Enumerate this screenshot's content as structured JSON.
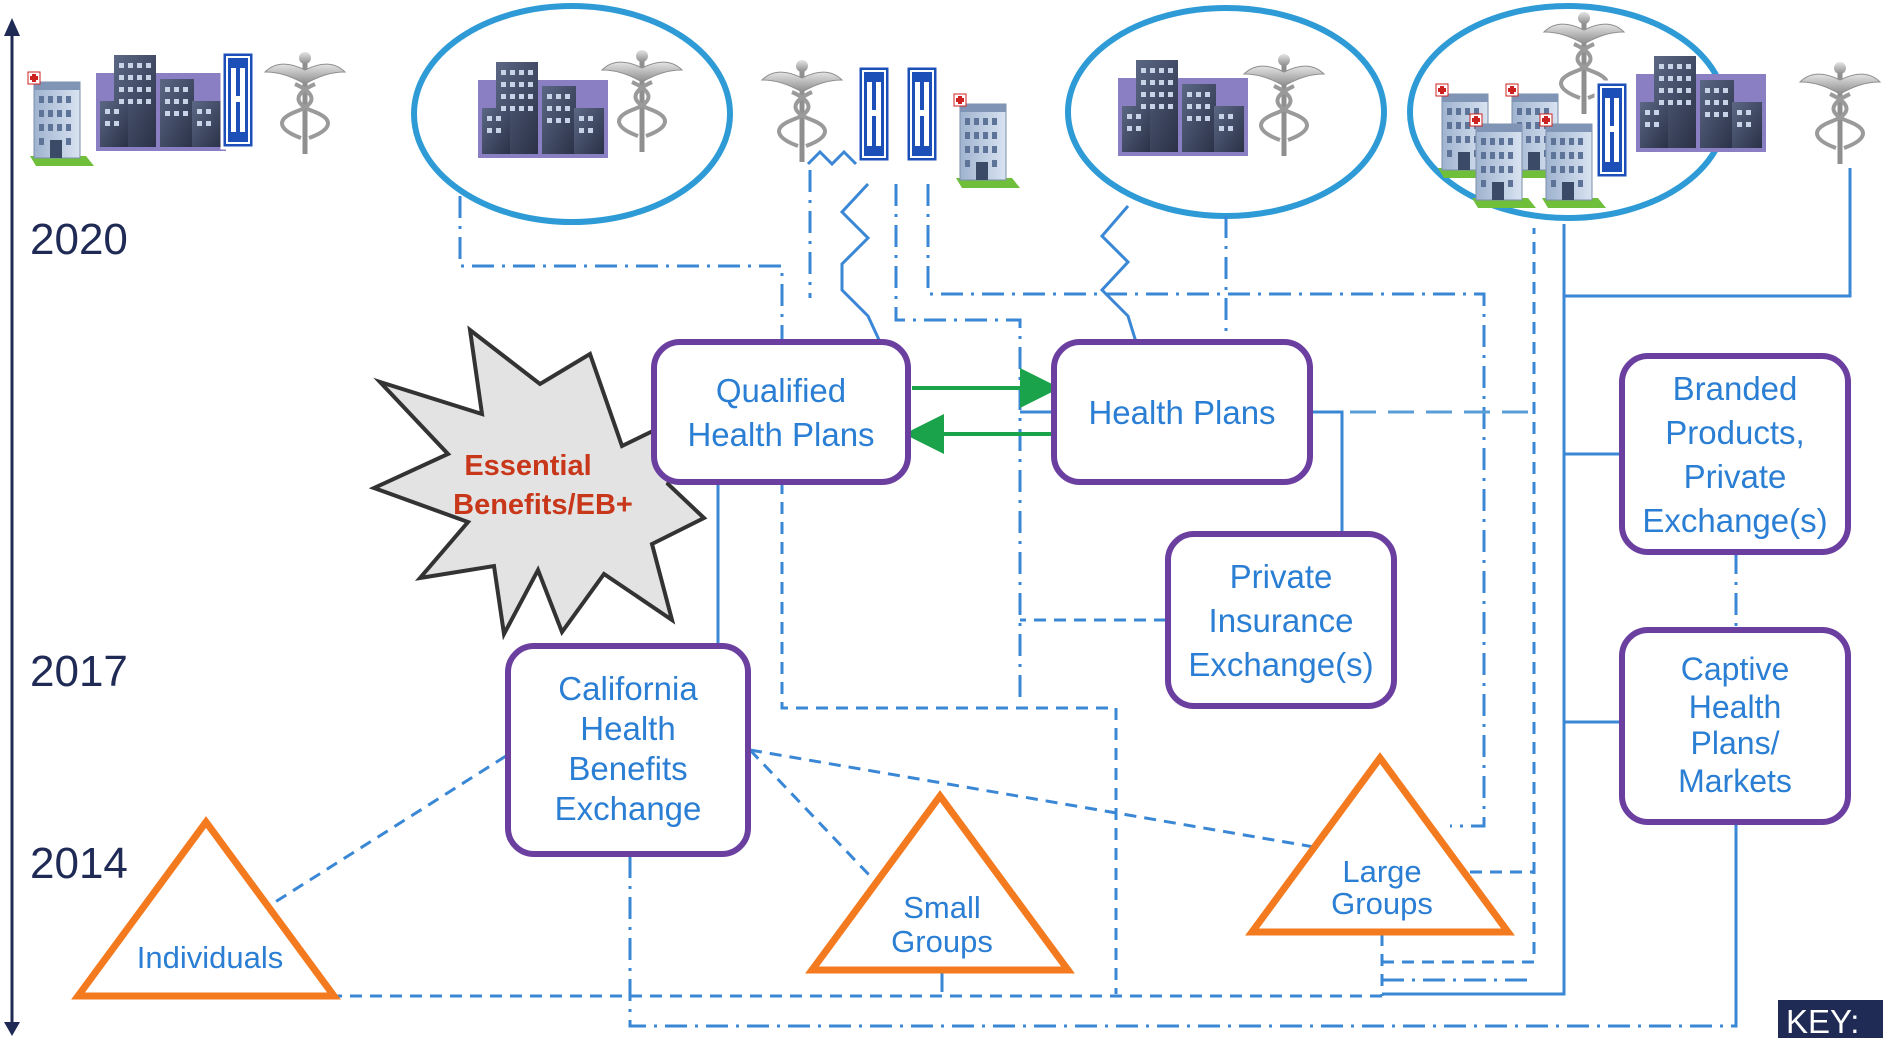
{
  "years": [
    "2020",
    "2017",
    "2014"
  ],
  "boxes": {
    "qualified_health_plans": [
      "Qualified",
      "Health Plans"
    ],
    "health_plans": [
      "Health Plans"
    ],
    "private_insurance_exchange": [
      "Private",
      "Insurance",
      "Exchange(s)"
    ],
    "california_exchange": [
      "California",
      "Health",
      "Benefits",
      "Exchange"
    ],
    "branded_products": [
      "Branded",
      "Products,",
      "Private",
      "Exchange(s)"
    ],
    "captive_health_plans": [
      "Captive",
      "Health",
      "Plans/",
      "Markets"
    ]
  },
  "triangles": {
    "individuals": [
      "Individuals"
    ],
    "small_groups": [
      "Small",
      "Groups"
    ],
    "large_groups": [
      "Large",
      "Groups"
    ]
  },
  "burst": [
    "Essential",
    "Benefits/EB+"
  ],
  "key_label": "KEY:",
  "hospital_letter": "H",
  "colors": {
    "box_border": "#6b3fa0",
    "box_text": "#2a7ed3",
    "triangle_border": "#f47a1f",
    "ellipse_border": "#2f9bd6",
    "connector": "#3a87d6",
    "arrow": "#1aa34a",
    "burst_text": "#c8371a",
    "timeline": "#1f2a55"
  }
}
